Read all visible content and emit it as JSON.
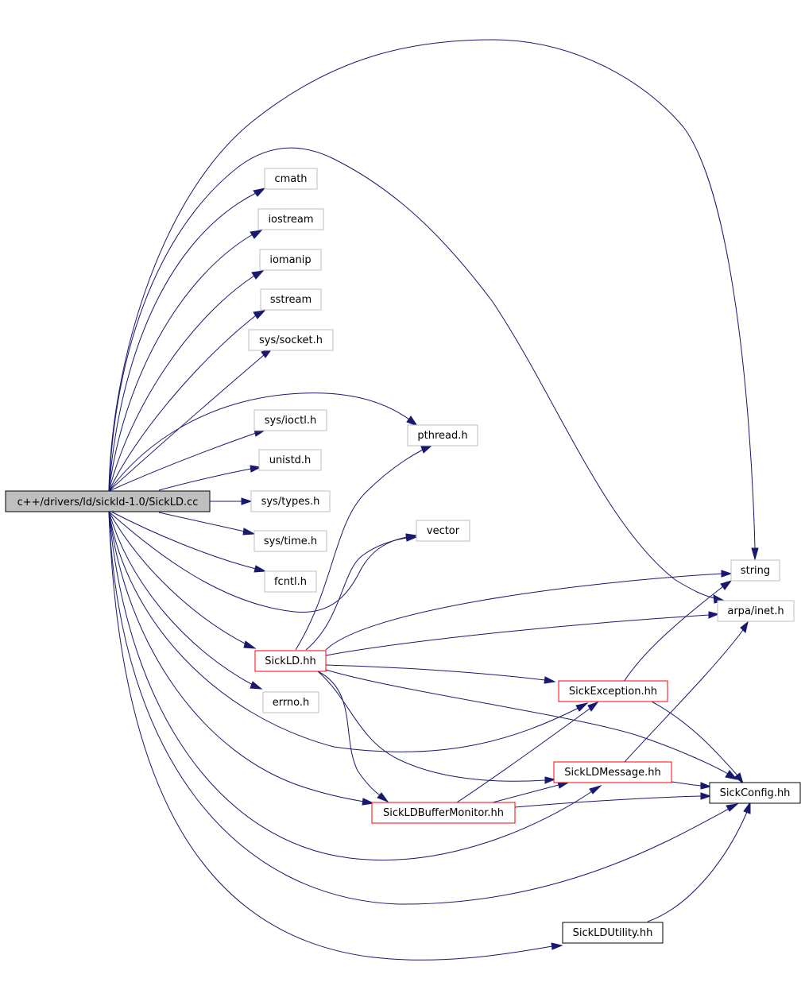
{
  "nodes": {
    "root": "c++/drivers/ld/sickld-1.0/SickLD.cc",
    "cmath": "cmath",
    "iostream": "iostream",
    "iomanip": "iomanip",
    "sstream": "sstream",
    "sys_socket": "sys/socket.h",
    "sys_ioctl": "sys/ioctl.h",
    "unistd": "unistd.h",
    "sys_types": "sys/types.h",
    "sys_time": "sys/time.h",
    "fcntl": "fcntl.h",
    "sickld_hh": "SickLD.hh",
    "errno": "errno.h",
    "pthread": "pthread.h",
    "vector": "vector",
    "string": "string",
    "arpa_inet": "arpa/inet.h",
    "sick_exception": "SickException.hh",
    "sickld_message": "SickLDMessage.hh",
    "sick_config": "SickConfig.hh",
    "sickld_buffer_monitor": "SickLDBufferMonitor.hh",
    "sickld_utility": "SickLDUtility.hh"
  },
  "colors": {
    "edge": "#191970",
    "root_fill": "#bfbfbf",
    "external_border": "#bfbfbf",
    "documented_border": "#ff0000",
    "plain_border": "#000000"
  }
}
